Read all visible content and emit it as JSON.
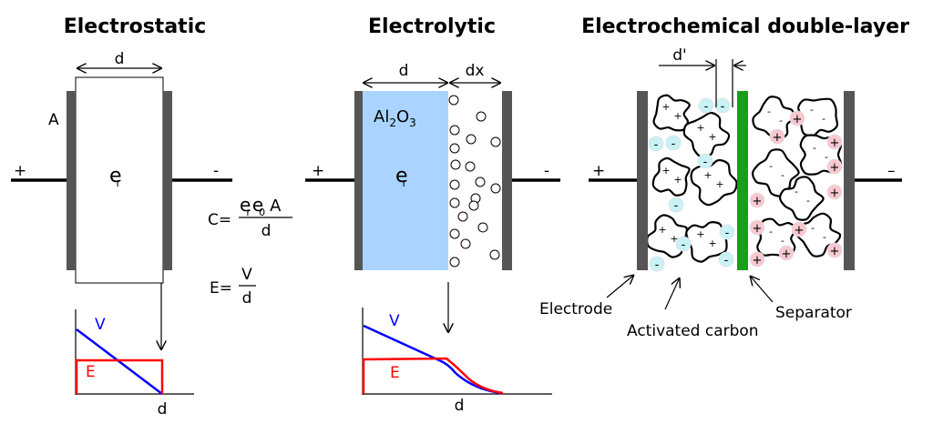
{
  "titles": {
    "electrostatic": "Electrostatic",
    "electrolytic": "Electrolytic",
    "double_layer": "Electrochemical double-layer"
  },
  "electrostatic": {
    "d_label": "d",
    "area_label": "A",
    "plus": "+",
    "minus": "-",
    "permittivity": "e",
    "permittivity_sub": "r",
    "graph": {
      "v_label": "V",
      "e_label": "E",
      "d_label": "d"
    }
  },
  "formulas": {
    "c_lhs": "C=",
    "c_num_e": "e",
    "c_num_sub_r": "r",
    "c_num_e0": "e",
    "c_num_sub_0": "0",
    "c_num_a": "A",
    "c_den": "d",
    "e_lhs": "E=",
    "e_num": "V",
    "e_den": "d"
  },
  "electrolytic": {
    "d_label": "d",
    "dx_label": "dx",
    "oxide": "Al",
    "oxide_sub2": "2",
    "oxide_o": "O",
    "oxide_sub3": "3",
    "plus": "+",
    "minus": "-",
    "permittivity": "e",
    "permittivity_sub": "r",
    "graph": {
      "v_label": "V",
      "e_label": "E",
      "d_label": "d"
    }
  },
  "double_layer": {
    "d_prime_label": "d'",
    "plus": "+",
    "minus": "–",
    "ion_minus": "-",
    "ion_plus": "+",
    "electrode_label": "Electrode",
    "carbon_label": "Activated carbon",
    "separator_label": "Separator"
  },
  "colors": {
    "plate": "#555555",
    "electrolyte_oxide": "#aad4ff",
    "separator": "#1a9e1a",
    "anion": "#c8f2f5",
    "cation": "#f8c8d0",
    "voltage": "#0000ff",
    "field": "#ff0000"
  }
}
